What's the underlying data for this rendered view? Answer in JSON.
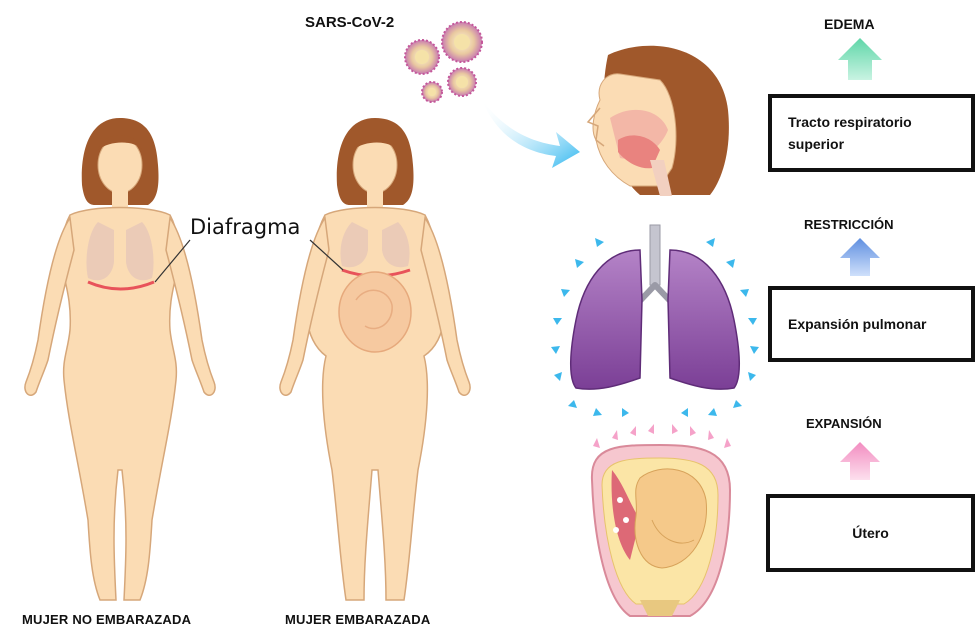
{
  "virus_label": "SARS-CoV-2",
  "diaphragm_label": "Diafragma",
  "figure_captions": {
    "non_pregnant": "MUJER NO EMBARAZADA",
    "pregnant": "MUJER EMBARAZADA"
  },
  "chain": {
    "top_effect": "EDEMA",
    "box_respiratory": "Tracto respiratorio superior",
    "mid_effect": "RESTRICCIÓN",
    "box_lung": "Expansión pulmonar",
    "bottom_effect": "EXPANSIÓN",
    "box_uterus": "Útero"
  },
  "colors": {
    "skin": "#fbdcb4",
    "hair": "#a0582b",
    "diaphragm": "#e8535a",
    "lung": "#9b5bb0",
    "expansion_arrows": "#3cb8ec",
    "uterus_arrows": "#f5a2c9",
    "edema_arrow": "#7ee0b8",
    "restriction_arrow": "#7aa6e8",
    "expansion_arrow": "#f6a0cc"
  }
}
